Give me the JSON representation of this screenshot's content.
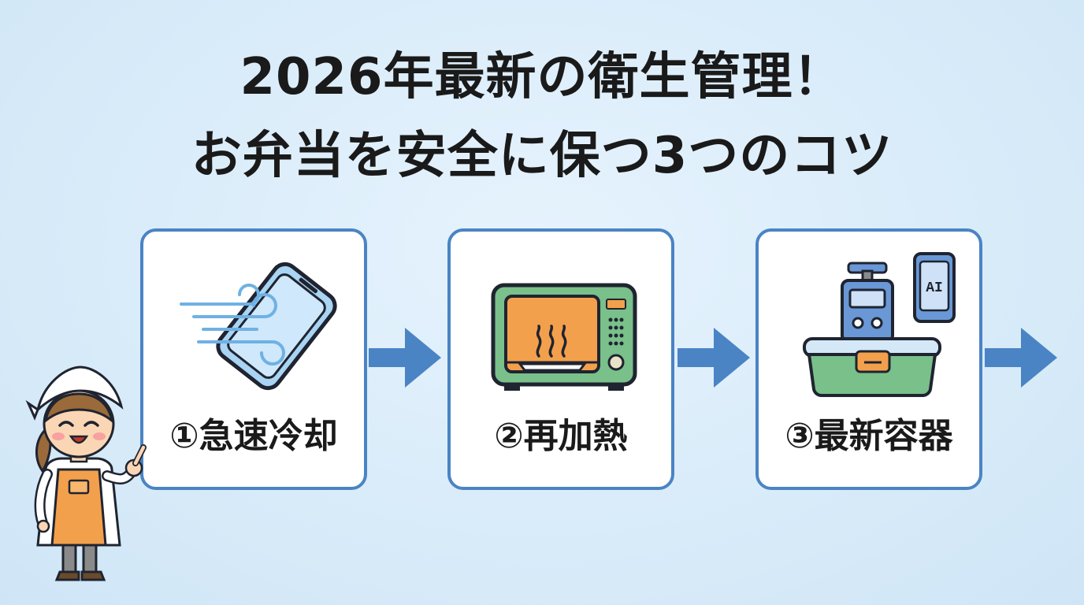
{
  "title": {
    "line1": "2026年最新の衛生管理！",
    "line2": "お弁当を安全に保つ3つのコツ"
  },
  "steps": [
    {
      "label": "①急速冷却",
      "icon": "phone-cooling-icon"
    },
    {
      "label": "②再加熱",
      "icon": "microwave-icon"
    },
    {
      "label": "③最新容器",
      "icon": "smart-lunchbox-icon",
      "phone_text": "AI"
    }
  ],
  "colors": {
    "background": "#ddeefa",
    "card_border": "#4a84c4",
    "arrow": "#4a84c4",
    "text": "#1a1a1a"
  }
}
